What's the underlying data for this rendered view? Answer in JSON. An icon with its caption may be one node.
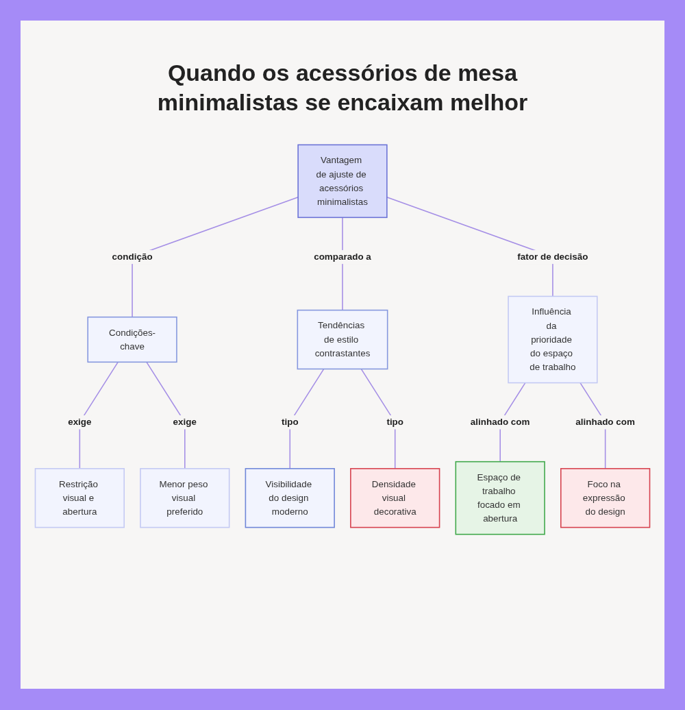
{
  "diagram": {
    "title": "Quando os acessórios de mesa minimalistas se encaixam melhor",
    "nodes": [
      {
        "text": [
          "Vantagem de ajuste de acessórios minimalistas"
        ]
      },
      {
        "text": [
          "Condições-chave"
        ]
      },
      {
        "text": [
          "Tendências de estilo contrastantes"
        ]
      },
      {
        "text": [
          "Influência da prioridade do espaço de trabalho"
        ]
      },
      {
        "text": [
          "Restrição visual e abertura"
        ]
      },
      {
        "text": [
          "Menor peso visual preferido"
        ]
      },
      {
        "text": [
          "Visibilidade do design moderno"
        ]
      },
      {
        "text": [
          "Densidade visual decorativa"
        ]
      },
      {
        "text": [
          "Espaço de trabalho focado em abertura"
        ]
      },
      {
        "text": [
          "Foco na expressão do design"
        ]
      }
    ],
    "edges": [
      {
        "from": 0,
        "to": 1,
        "arrow": "none",
        "label": "condição"
      },
      {
        "from": 0,
        "to": 2,
        "arrow": "none",
        "label": "comparado a"
      },
      {
        "from": 0,
        "to": 3,
        "arrow": "none",
        "label": "fator de decisão"
      },
      {
        "from": 1,
        "to": 4,
        "arrow": "none",
        "label": "exige"
      },
      {
        "from": 1,
        "to": 5,
        "arrow": "none",
        "label": "exige"
      },
      {
        "from": 2,
        "to": 6,
        "arrow": "none",
        "label": "tipo"
      },
      {
        "from": 2,
        "to": 7,
        "arrow": "none",
        "label": "tipo"
      },
      {
        "from": 3,
        "to": 8,
        "arrow": "none",
        "label": "alinhado com"
      },
      {
        "from": 3,
        "to": 9,
        "arrow": "none",
        "label": "alinhado com"
      }
    ]
  }
}
